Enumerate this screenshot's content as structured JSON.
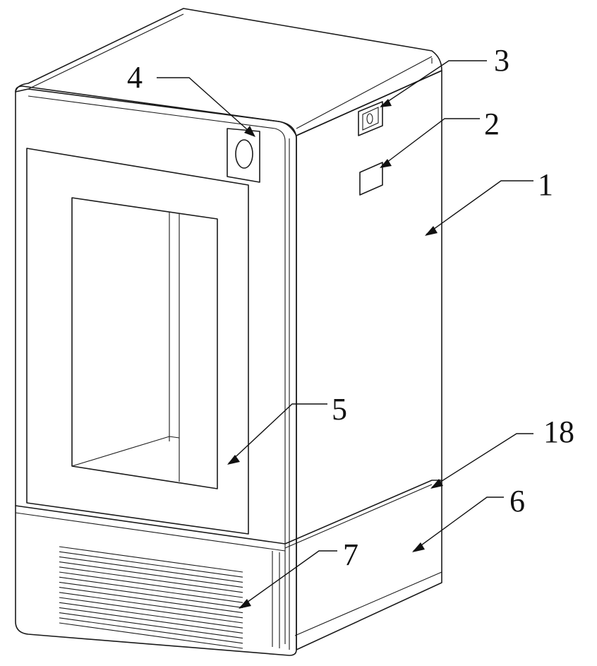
{
  "figure": {
    "labels": [
      {
        "id": "label-1",
        "text": "1"
      },
      {
        "id": "label-2",
        "text": "2"
      },
      {
        "id": "label-3",
        "text": "3"
      },
      {
        "id": "label-4",
        "text": "4"
      },
      {
        "id": "label-5",
        "text": "5"
      },
      {
        "id": "label-6",
        "text": "6"
      },
      {
        "id": "label-7",
        "text": "7"
      },
      {
        "id": "label-18",
        "text": "18"
      }
    ]
  }
}
